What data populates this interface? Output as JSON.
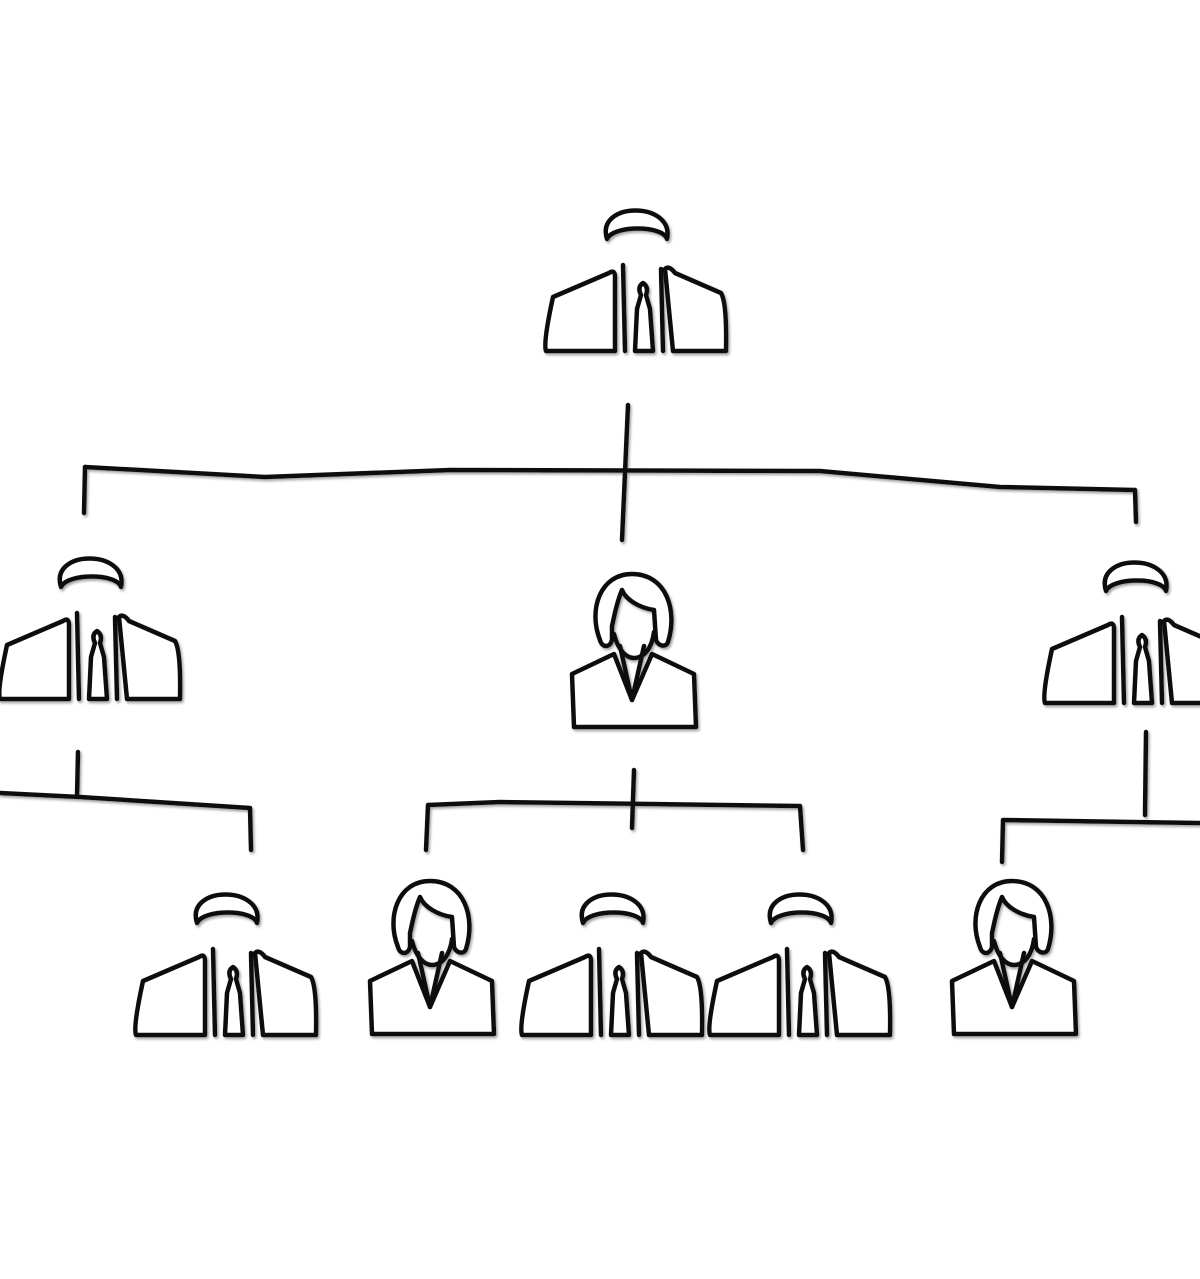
{
  "diagram": {
    "type": "org-chart",
    "colors": {
      "stroke": "#111111",
      "background": "#ffffff",
      "shadow": "#9a9a9a"
    },
    "nodes": [
      {
        "id": "root",
        "figure": "male-person-icon",
        "level": 0,
        "parent": null
      },
      {
        "id": "left-manager",
        "figure": "male-person-icon",
        "level": 1,
        "parent": "root"
      },
      {
        "id": "center-manager",
        "figure": "female-person-icon",
        "level": 1,
        "parent": "root"
      },
      {
        "id": "right-manager",
        "figure": "male-person-icon",
        "level": 1,
        "parent": "root"
      },
      {
        "id": "left-report-1",
        "figure": "male-person-icon",
        "level": 2,
        "parent": "left-manager"
      },
      {
        "id": "center-report-1",
        "figure": "female-person-icon",
        "level": 2,
        "parent": "center-manager"
      },
      {
        "id": "center-report-2",
        "figure": "male-person-icon",
        "level": 2,
        "parent": "center-manager"
      },
      {
        "id": "center-report-3",
        "figure": "male-person-icon",
        "level": 2,
        "parent": "center-manager"
      },
      {
        "id": "right-report-1",
        "figure": "female-person-icon",
        "level": 2,
        "parent": "right-manager"
      }
    ]
  }
}
